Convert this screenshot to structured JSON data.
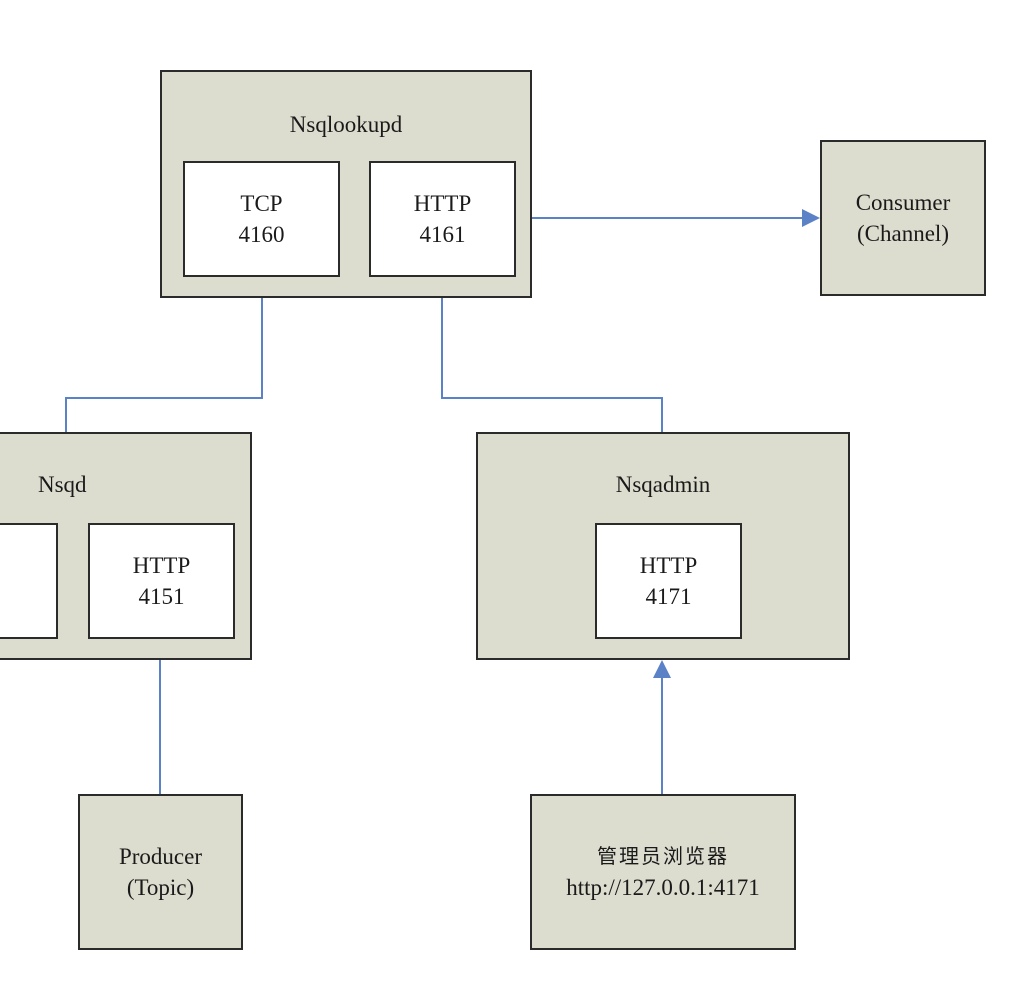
{
  "colors": {
    "box_fill": "#dcdccf",
    "inner_fill": "#ffffff",
    "border": "#2b2b2b",
    "connector": "#5b82c6"
  },
  "nsqlookupd": {
    "title": "Nsqlookupd",
    "tcp": {
      "line1": "TCP",
      "line2": "4160"
    },
    "http": {
      "line1": "HTTP",
      "line2": "4161"
    }
  },
  "consumer": {
    "line1": "Consumer",
    "line2": "(Channel)"
  },
  "nsqd": {
    "title": "Nsqd",
    "http": {
      "line1": "HTTP",
      "line2": "4151"
    }
  },
  "nsqadmin": {
    "title": "Nsqadmin",
    "http": {
      "line1": "HTTP",
      "line2": "4171"
    }
  },
  "producer": {
    "line1": "Producer",
    "line2": "(Topic)"
  },
  "browser": {
    "line1": "管理员浏览器",
    "line2": "http://127.0.0.1:4171"
  }
}
